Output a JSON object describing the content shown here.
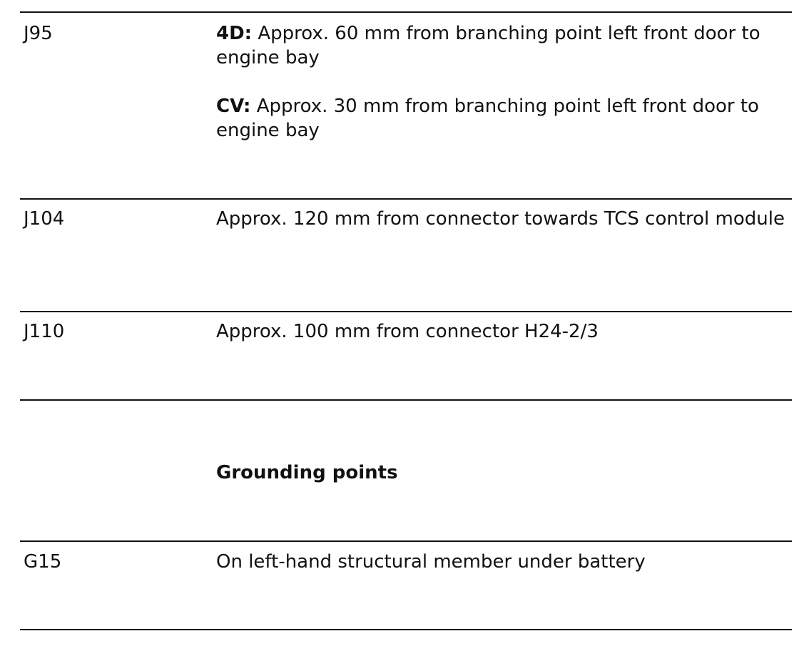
{
  "rows": [
    {
      "code": "J95",
      "paragraphs": [
        {
          "prefix": "4D:",
          "text": " Approx. 60 mm from branching point left front door to engine bay"
        },
        {
          "prefix": "CV:",
          "text": " Approx. 30 mm from branching point left front door to engine bay"
        }
      ]
    },
    {
      "code": "J104",
      "text": "Approx. 120 mm from connector towards TCS control module"
    },
    {
      "code": "J110",
      "text": "Approx. 100 mm from connector H24-2/3"
    }
  ],
  "section": {
    "heading": "Grounding points"
  },
  "ground_rows": [
    {
      "code": "G15",
      "text": "On left-hand structural member under battery"
    }
  ]
}
